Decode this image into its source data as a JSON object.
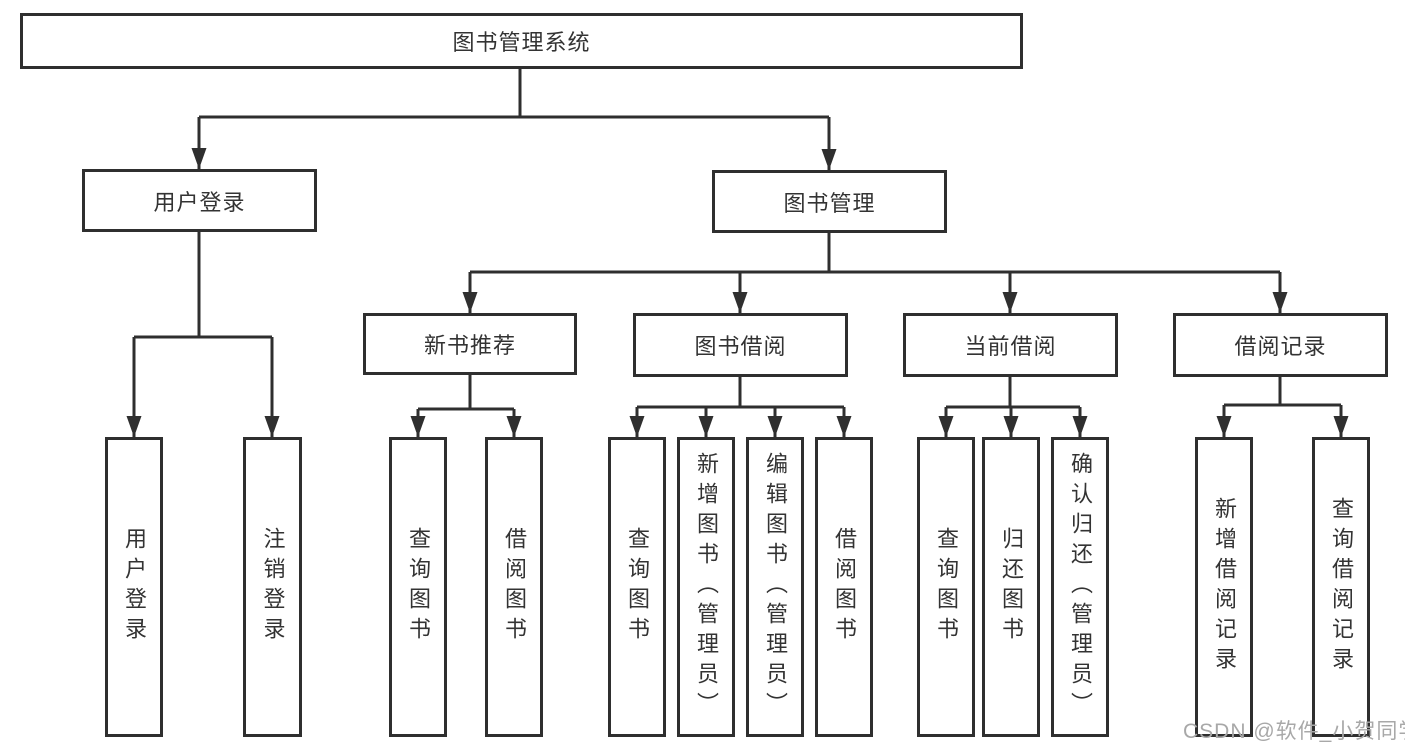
{
  "tree": {
    "label": "图书管理系统",
    "children": [
      {
        "label": "用户登录",
        "children": [
          {
            "label": "用户登录"
          },
          {
            "label": "注销登录"
          }
        ]
      },
      {
        "label": "图书管理",
        "children": [
          {
            "label": "新书推荐",
            "children": [
              {
                "label": "查询图书"
              },
              {
                "label": "借阅图书"
              }
            ]
          },
          {
            "label": "图书借阅",
            "children": [
              {
                "label": "查询图书"
              },
              {
                "label": "新增图书（管理员）"
              },
              {
                "label": "编辑图书（管理员）"
              },
              {
                "label": "借阅图书"
              }
            ]
          },
          {
            "label": "当前借阅",
            "children": [
              {
                "label": "查询图书"
              },
              {
                "label": "归还图书"
              },
              {
                "label": "确认归还（管理员）"
              }
            ]
          },
          {
            "label": "借阅记录",
            "children": [
              {
                "label": "新增借阅记录"
              },
              {
                "label": "查询借阅记录"
              }
            ]
          }
        ]
      }
    ]
  },
  "watermark": {
    "text": "CSDN @软件_小贺同学"
  },
  "colors": {
    "line": "#2f2f2f",
    "text": "#333333",
    "watermark": "#a8a8a8",
    "background": "#ffffff"
  }
}
